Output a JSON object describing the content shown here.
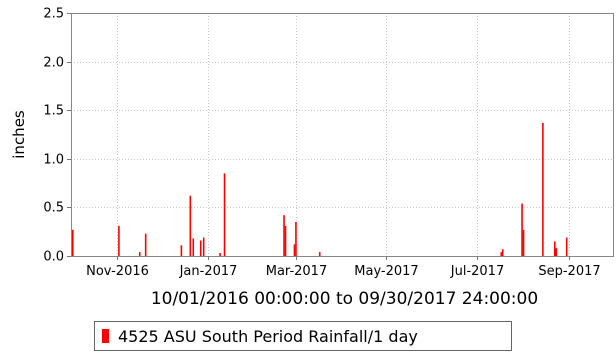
{
  "chart_data": {
    "type": "bar",
    "title": "",
    "xlabel": "10/01/2016 00:00:00 to 09/30/2017 24:00:00",
    "ylabel": "inches",
    "ylim": [
      0,
      2.5
    ],
    "yticks": [
      "0.0",
      "0.5",
      "1.0",
      "1.5",
      "2.0",
      "2.5"
    ],
    "xlim": [
      "2016-10-01",
      "2017-09-30"
    ],
    "xticks": [
      {
        "date": "2016-11-01",
        "label": "Nov-2016"
      },
      {
        "date": "2017-01-01",
        "label": "Jan-2017"
      },
      {
        "date": "2017-03-01",
        "label": "Mar-2017"
      },
      {
        "date": "2017-05-01",
        "label": "May-2017"
      },
      {
        "date": "2017-07-01",
        "label": "Jul-2017"
      },
      {
        "date": "2017-09-01",
        "label": "Sep-2017"
      }
    ],
    "grid": true,
    "legend_position": "bottom",
    "series": [
      {
        "name": "4525 ASU South Period Rainfall/1 day",
        "color": "#ff0000",
        "x": [
          "2016-10-02",
          "2016-11-02",
          "2016-11-16",
          "2016-11-20",
          "2016-12-14",
          "2016-12-20",
          "2016-12-22",
          "2016-12-27",
          "2016-12-29",
          "2017-01-09",
          "2017-01-12",
          "2017-02-21",
          "2017-02-22",
          "2017-02-28",
          "2017-03-01",
          "2017-03-17",
          "2017-07-17",
          "2017-07-18",
          "2017-07-31",
          "2017-08-01",
          "2017-08-14",
          "2017-08-22",
          "2017-08-23",
          "2017-08-30"
        ],
        "values": [
          0.27,
          0.31,
          0.04,
          0.23,
          0.11,
          0.62,
          0.18,
          0.16,
          0.19,
          0.03,
          0.85,
          0.42,
          0.31,
          0.12,
          0.35,
          0.04,
          0.04,
          0.07,
          0.54,
          0.27,
          1.37,
          0.15,
          0.08,
          0.19
        ]
      }
    ]
  }
}
